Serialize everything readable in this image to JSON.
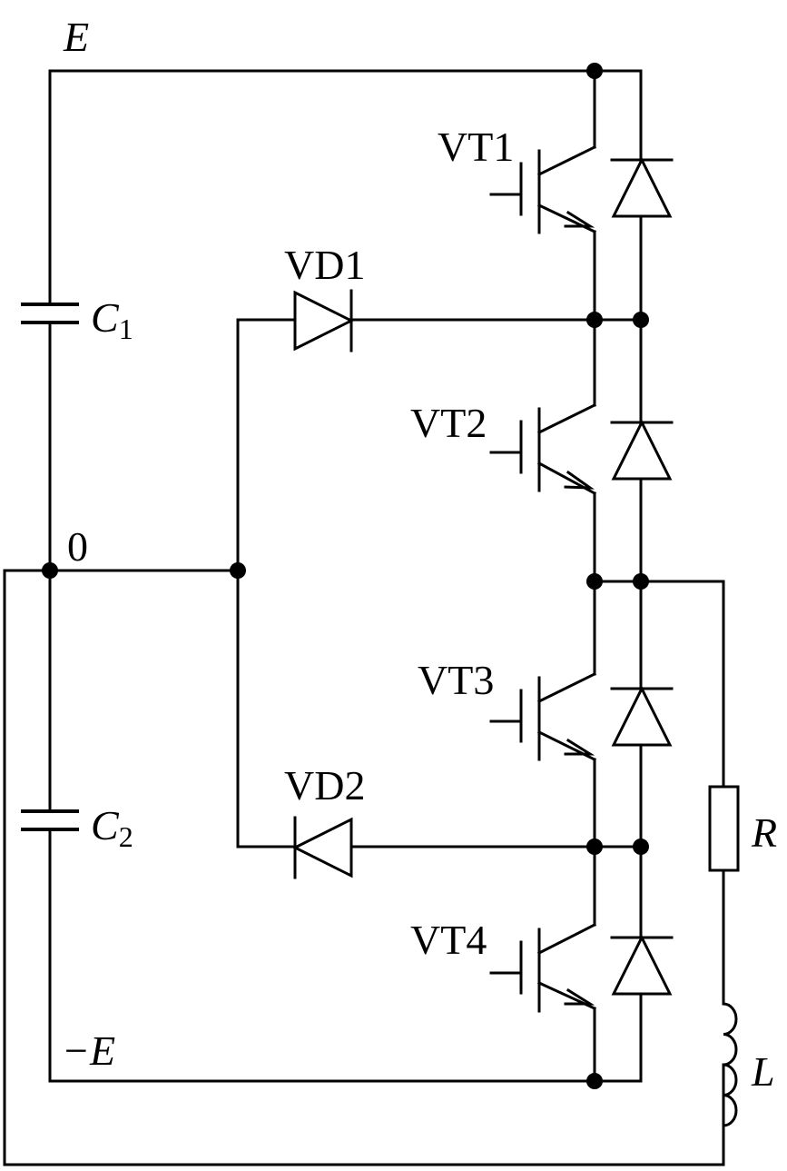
{
  "nodes": {
    "positive_rail": "E",
    "neutral": "0",
    "negative_rail": "−E"
  },
  "capacitors": [
    {
      "symbol": "C",
      "subscript": "1"
    },
    {
      "symbol": "C",
      "subscript": "2"
    }
  ],
  "transistors": [
    "VT1",
    "VT2",
    "VT3",
    "VT4"
  ],
  "clamp_diodes": [
    "VD1",
    "VD2"
  ],
  "load": {
    "resistor": "R",
    "inductor": "L"
  }
}
